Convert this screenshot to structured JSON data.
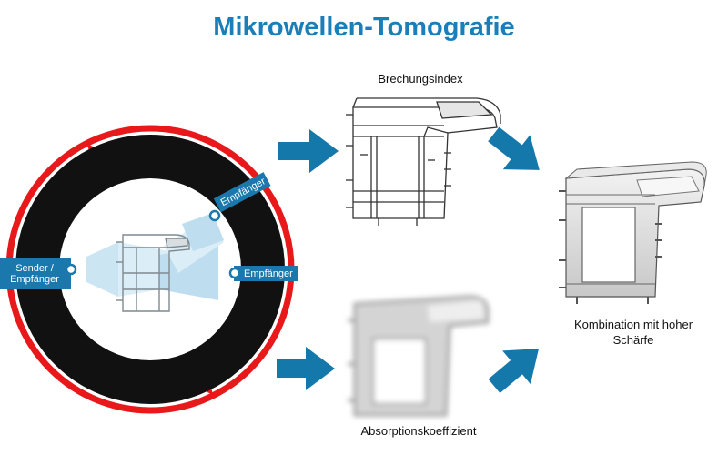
{
  "title": "Mikrowellen-Tomografie",
  "labels": {
    "brechungsindex": "Brechungsindex",
    "absorption": "Absorptionskoeffizient",
    "kombination_line1": "Kombination mit hoher",
    "kombination_line2": "Schärfe",
    "sender_line1": "Sender /",
    "sender_line2": "Empfänger",
    "empfaenger_diagonal": "Empfänger",
    "empfaenger_right": "Empfänger"
  },
  "colors": {
    "title": "#1a7fb8",
    "arrow": "#1478aa",
    "ring": "#111111",
    "rotation": "#e8191b",
    "tag": "#1a78ac",
    "beam": "#a9d4ec"
  },
  "icons": {
    "arrows": "right-arrow",
    "rotation": "circular-arrow"
  }
}
